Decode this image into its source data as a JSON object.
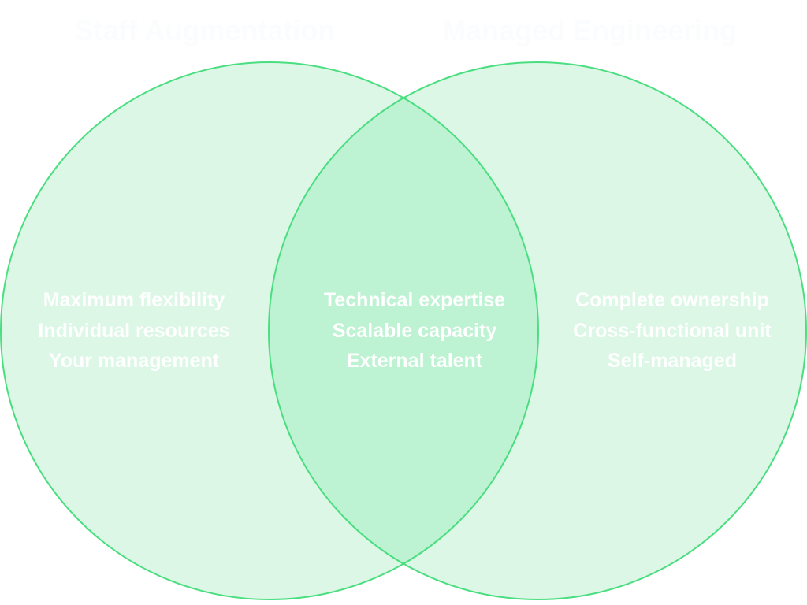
{
  "titles": {
    "left": "Staff Augmentation",
    "right": "Managed Engineering"
  },
  "left_items": [
    "Maximum flexibility",
    "Individual resources",
    "Your management"
  ],
  "center_items": [
    "Technical expertise",
    "Scalable capacity",
    "External talent"
  ],
  "right_items": [
    "Complete ownership",
    "Cross-functional unit",
    "Self-managed"
  ],
  "colors": {
    "fill": "#dcf7e6",
    "overlap": "#bdf2d2",
    "stroke": "#4ade80"
  }
}
